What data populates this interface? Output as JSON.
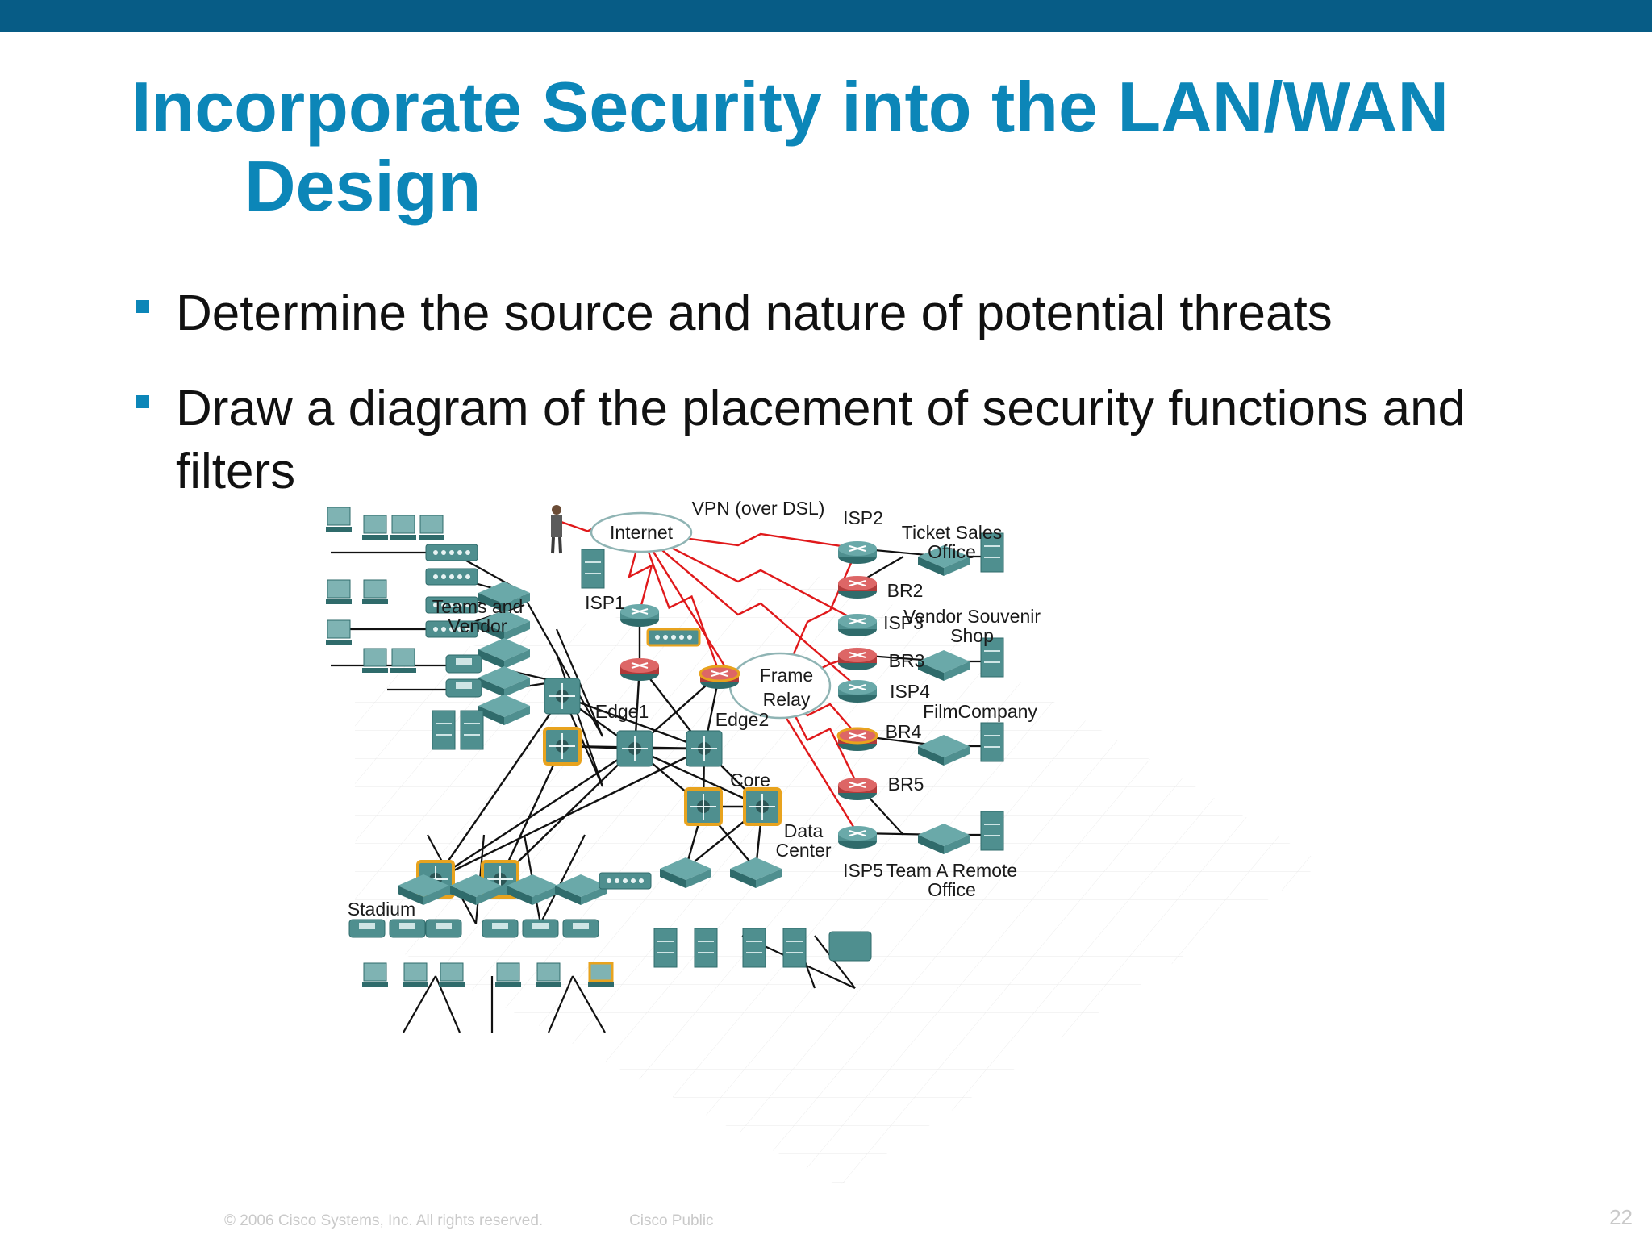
{
  "slide": {
    "title_line1": "Incorporate Security into the LAN/WAN",
    "title_line2": "Design",
    "bullets": [
      "Determine the source and nature of potential threats",
      "Draw a diagram of the placement of security functions and filters"
    ],
    "copyright": "© 2006 Cisco Systems, Inc. All rights reserved.",
    "classification": "Cisco Public",
    "page_number": "22"
  },
  "diagram": {
    "labels": {
      "internet": "Internet",
      "vpn": "VPN (over DSL)",
      "isp1": "ISP1",
      "isp2": "ISP2",
      "isp3": "ISP3",
      "isp4": "ISP4",
      "isp5": "ISP5",
      "br2": "BR2",
      "br3": "BR3",
      "br4": "BR4",
      "br5": "BR5",
      "edge1": "Edge1",
      "edge2": "Edge2",
      "core": "Core",
      "frame_relay_1": "Frame",
      "frame_relay_2": "Relay",
      "teams_vendor_1": "Teams and",
      "teams_vendor_2": "Vendor",
      "stadium": "Stadium",
      "data_center_1": "Data",
      "data_center_2": "Center",
      "ticket_sales_1": "Ticket Sales",
      "ticket_sales_2": "Office",
      "vendor_souvenir_1": "Vendor Souvenir",
      "vendor_souvenir_2": "Shop",
      "film_company": "FilmCompany",
      "team_a_remote_1": "Team A Remote",
      "team_a_remote_2": "Office"
    },
    "colors": {
      "device": "#4f8f8f",
      "device_dark": "#2f6b6b",
      "firewall": "#b03a3a",
      "highlight": "#e8a31e",
      "wan_link": "#e0191b",
      "lan_link": "#111111"
    }
  }
}
